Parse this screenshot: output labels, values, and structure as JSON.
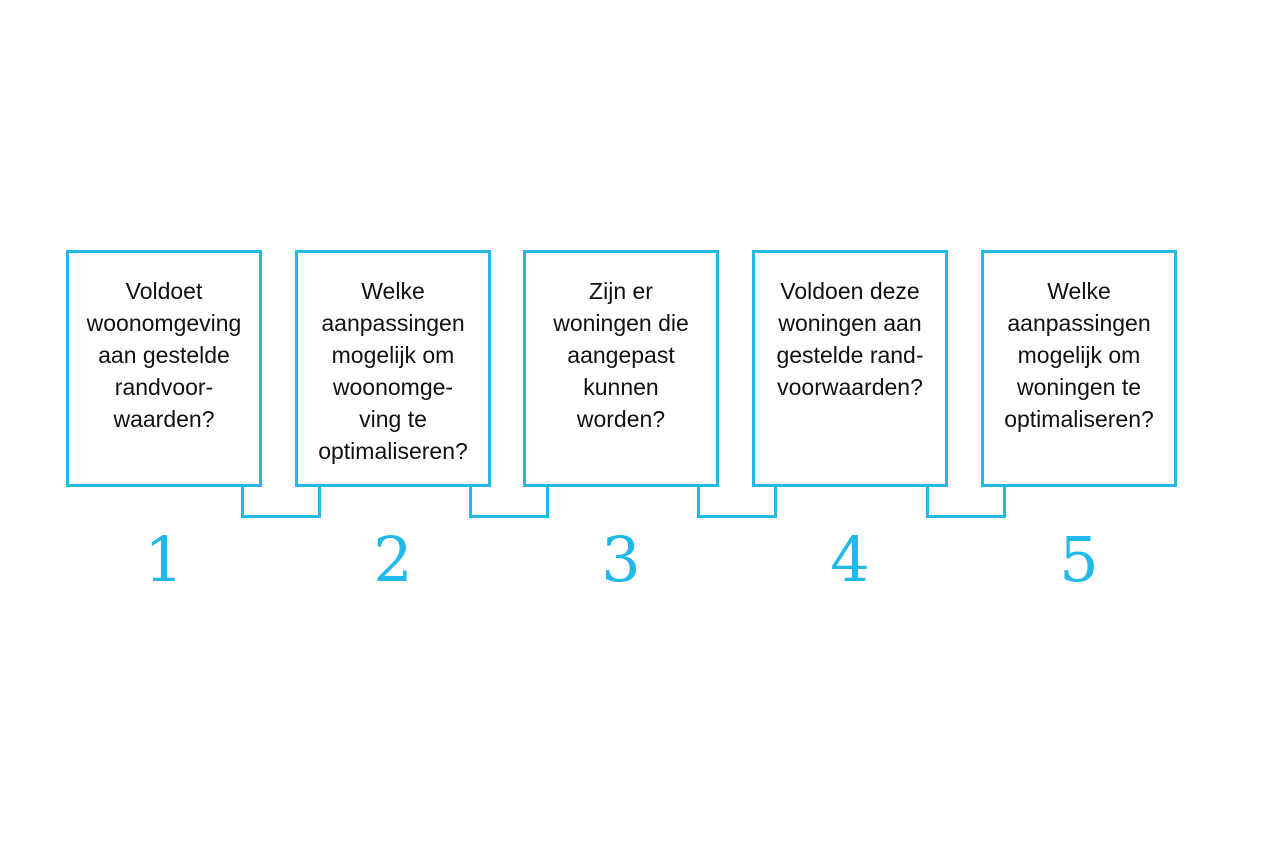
{
  "accent_color": "#21b8ea",
  "steps": [
    {
      "number": "1",
      "text": "Voldoet\nwoonomgeving\naan gestelde\nrandvoor-\nwaarden?"
    },
    {
      "number": "2",
      "text": "Welke\naanpassingen\nmogelijk om\nwoonomge-\nving te\noptimaliseren?"
    },
    {
      "number": "3",
      "text": "Zijn er\nwoningen die\naangepast\nkunnen\nworden?"
    },
    {
      "number": "4",
      "text": "Voldoen deze\nwoningen aan\ngestelde rand-\nvoorwaarden?"
    },
    {
      "number": "5",
      "text": "Welke\naanpassingen\nmogelijk om\nwoningen te\noptimaliseren?"
    }
  ]
}
